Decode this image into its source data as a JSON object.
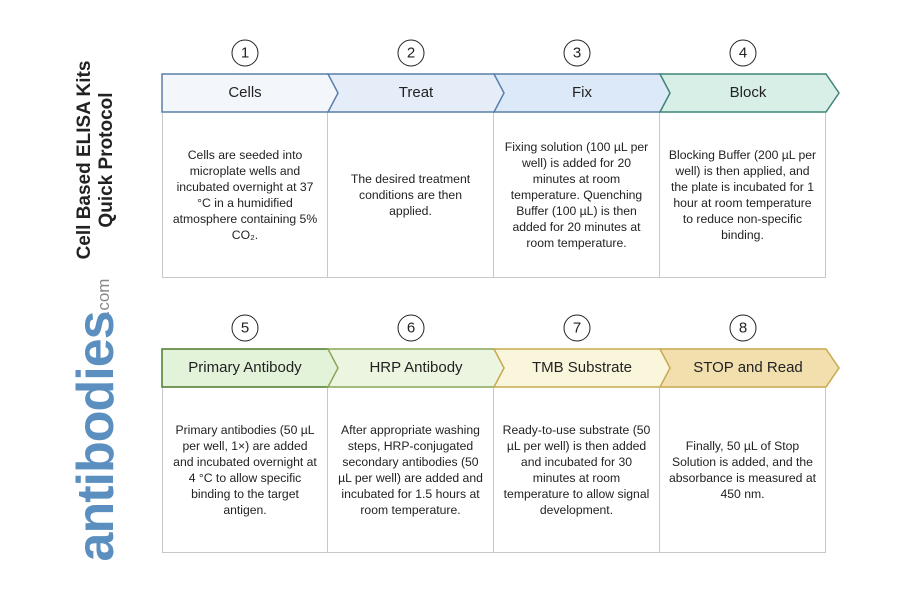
{
  "title": [
    "Cell Based ELISA Kits",
    "Quick Protocol"
  ],
  "logo": {
    "main": "antibodies",
    "suffix": ".com"
  },
  "rows": [
    {
      "steps": [
        {
          "number": "1",
          "label": "Cells",
          "fill": "#f3f7fc",
          "stroke": "#5a7fa8",
          "text": "Cells are seeded into microplate wells and incubated overnight at 37 °C in a humidified atmosphere containing 5% CO₂."
        },
        {
          "number": "2",
          "label": "Treat",
          "fill": "#e5edf9",
          "stroke": "#5a7fa8",
          "text": "The desired treatment conditions are then applied."
        },
        {
          "number": "3",
          "label": "Fix",
          "fill": "#dce9f8",
          "stroke": "#5a7fa8",
          "text": "Fixing solution (100 µL per well) is added for 20 minutes at room temperature. Quenching Buffer (100 µL) is then added for 20 minutes at room temperature."
        },
        {
          "number": "4",
          "label": "Block",
          "fill": "#d8efe8",
          "stroke": "#3f8377",
          "text": "Blocking Buffer (200 µL per well) is then applied, and the plate is incubated for 1 hour at room temperature to reduce non-specific binding."
        }
      ]
    },
    {
      "steps": [
        {
          "number": "5",
          "label": "Primary Antibody",
          "fill": "#e2f3da",
          "stroke": "#4d7a2e",
          "text": "Primary antibodies (50 µL per well, 1×) are added and incubated overnight at 4 °C to allow specific binding to the target antigen."
        },
        {
          "number": "6",
          "label": "HRP Antibody",
          "fill": "#ebf5e0",
          "stroke": "#8aa656",
          "text": "After appropriate washing steps, HRP-conjugated secondary antibodies (50 µL per well) are added and incubated for 1.5 hours at room temperature."
        },
        {
          "number": "7",
          "label": "TMB Substrate",
          "fill": "#faf6db",
          "stroke": "#c9a84f",
          "text": "Ready-to-use substrate (50 µL per well) is then added and incubated for 30 minutes at room temperature to allow signal development."
        },
        {
          "number": "8",
          "label": "STOP and Read",
          "fill": "#f1dfae",
          "stroke": "#c9a84f",
          "text": "Finally, 50 µL of Stop Solution is added, and the absorbance is measured at 450 nm."
        }
      ]
    }
  ]
}
